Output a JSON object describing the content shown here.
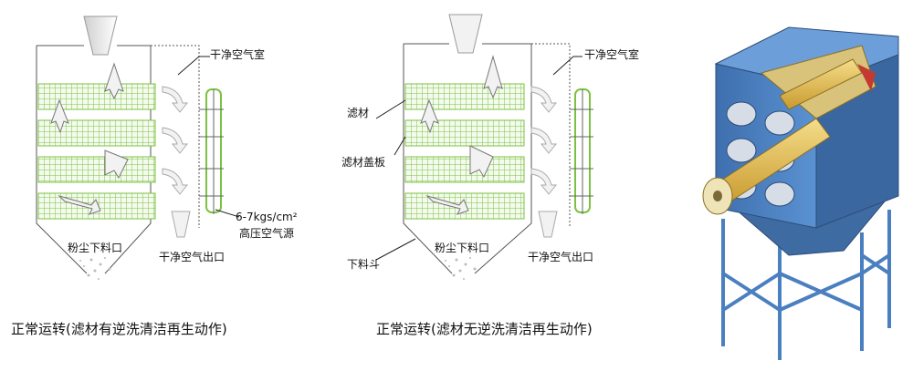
{
  "left": {
    "clean_air_room": "干净空气室",
    "pressure": "6-7kgs/cm²",
    "air_source": "高压空气源",
    "dust_outlet": "粉尘下料口",
    "clean_air_outlet": "干净空气出口",
    "caption": "正常运转(滤材有逆洗清洁再生动作)"
  },
  "middle": {
    "clean_air_room": "干净空气室",
    "filter_media": "滤材",
    "filter_cover": "滤材盖板",
    "dust_outlet": "粉尘下料口",
    "hopper": "下料斗",
    "clean_air_outlet": "干净空气出口",
    "caption": "正常运转(滤材无逆洗清洁再生动作)"
  },
  "colors": {
    "filter_green": "#7cc242",
    "cabinet_blue": "#4a7fc0",
    "cartridge_yellow": "#e8c45a",
    "frame_gray": "#8a8a8a"
  }
}
